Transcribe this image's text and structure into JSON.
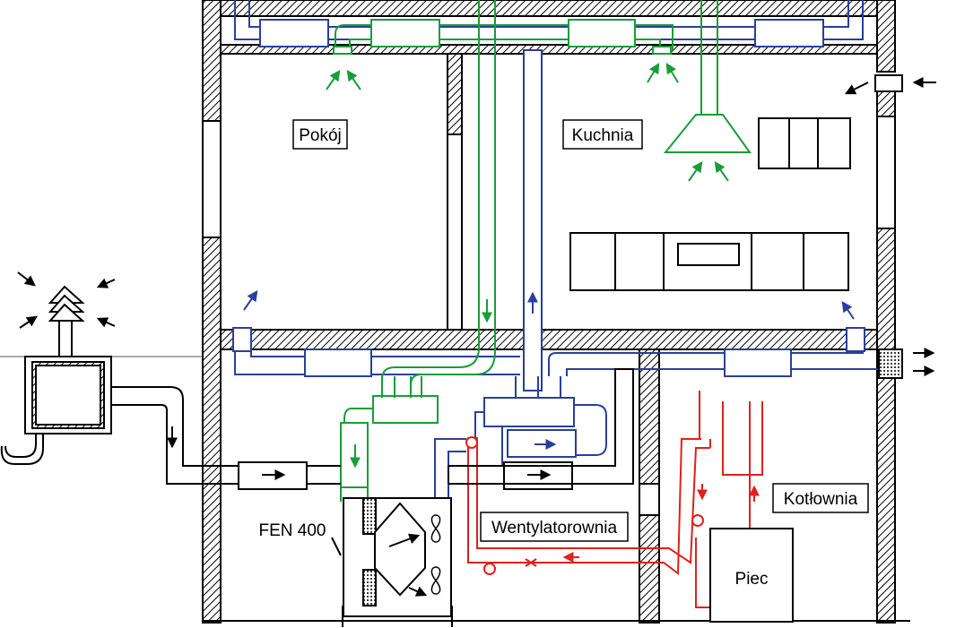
{
  "labels": {
    "pokoj": "Pokój",
    "kuchnia": "Kuchnia",
    "wentylatorownia": "Wentylatorownia",
    "kotlownia": "Kotłownia",
    "piec": "Piec",
    "fen": "FEN 400"
  },
  "colors": {
    "supply": "#1a9c3a",
    "exhaust": "#2a3f9a",
    "heating": "#e0201c",
    "structure": "#000000"
  }
}
